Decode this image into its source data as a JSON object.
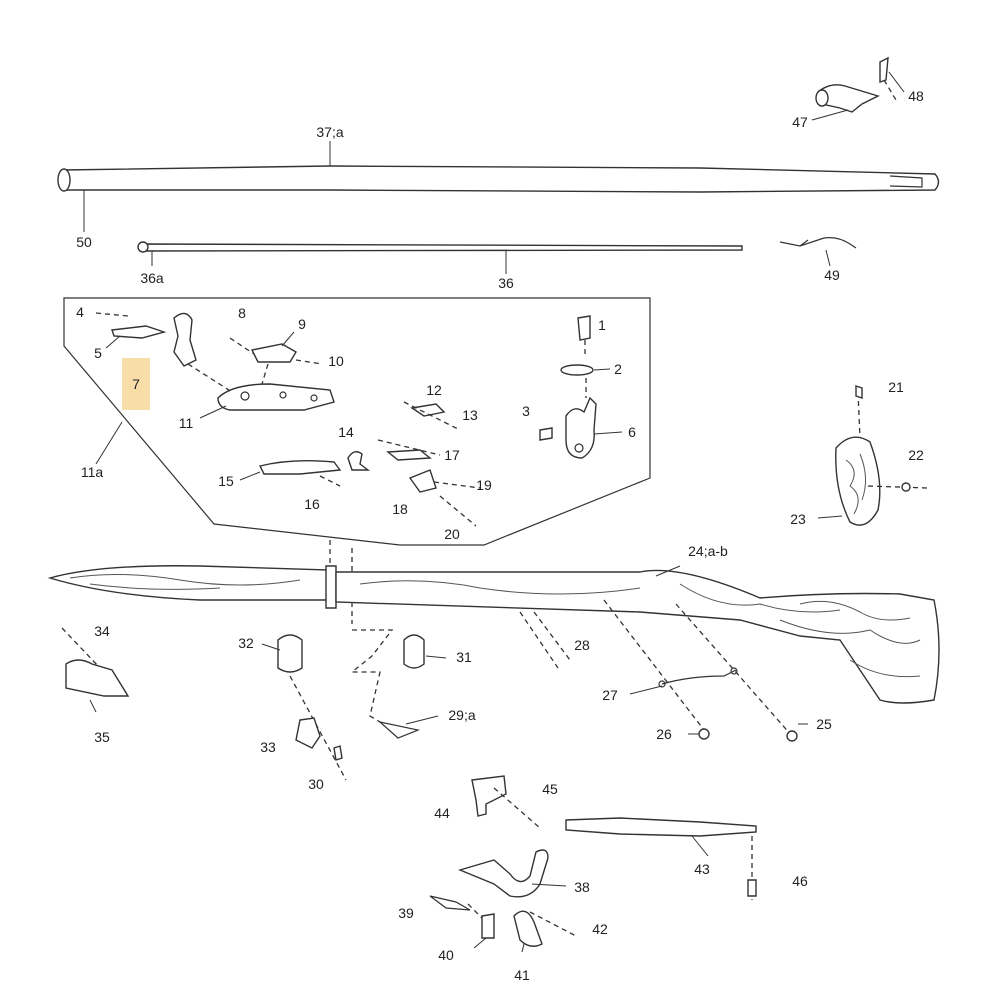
{
  "diagram": {
    "highlight_color": "#f7d79a",
    "line_color": "#333333",
    "highlighted_label": "7",
    "labels": {
      "p1": "1",
      "p2": "2",
      "p3": "3",
      "p4": "4",
      "p5": "5",
      "p6": "6",
      "p7": "7",
      "p8": "8",
      "p9": "9",
      "p10": "10",
      "p11": "11",
      "p11a": "11a",
      "p12": "12",
      "p13": "13",
      "p14": "14",
      "p15": "15",
      "p16": "16",
      "p17": "17",
      "p18": "18",
      "p19": "19",
      "p20": "20",
      "p21": "21",
      "p22": "22",
      "p23": "23",
      "p24": "24;a-b",
      "p25": "25",
      "p26": "26",
      "p27": "27",
      "p28": "28",
      "p29": "29;a",
      "p30": "30",
      "p31": "31",
      "p32": "32",
      "p33": "33",
      "p34": "34",
      "p35": "35",
      "p36": "36",
      "p36a": "36a",
      "p37": "37;a",
      "p38": "38",
      "p39": "39",
      "p40": "40",
      "p41": "41",
      "p42": "42",
      "p43": "43",
      "p44": "44",
      "p45": "45",
      "p46": "46",
      "p47": "47",
      "p48": "48",
      "p49": "49",
      "p50": "50"
    }
  }
}
